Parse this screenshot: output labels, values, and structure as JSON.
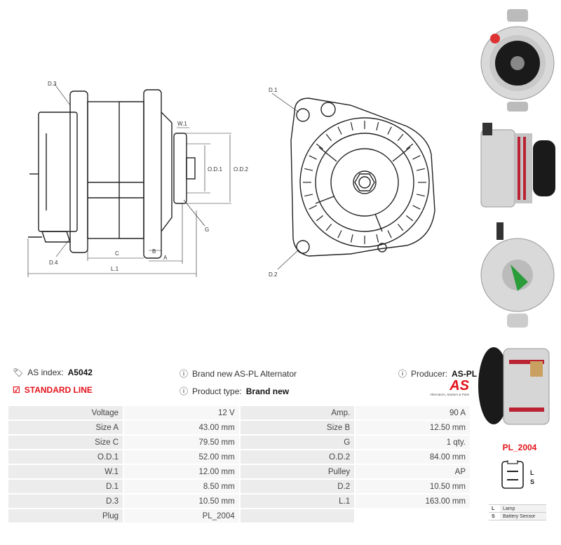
{
  "drawing": {
    "labels": {
      "d3": "D.3",
      "d4": "D.4",
      "w1": "W.1",
      "od1": "O.D.1",
      "od2": "O.D.2",
      "g": "G",
      "c": "C",
      "b": "B",
      "a": "A",
      "l1": "L.1",
      "d1": "D.1",
      "d2": "D.2"
    }
  },
  "info": {
    "as_index_label": "AS index:",
    "as_index_value": "A5042",
    "description": "Brand new AS-PL Alternator",
    "producer_label": "Producer:",
    "producer_value": "AS-PL",
    "line": "STANDARD LINE",
    "product_type_label": "Product type:",
    "product_type_value": "Brand new",
    "logo_text": "AS",
    "logo_tagline": "Alternators, Starters & Parts"
  },
  "specs": [
    [
      "Voltage",
      "12 V",
      "Amp.",
      "90 A"
    ],
    [
      "Size A",
      "43.00 mm",
      "Size B",
      "12.50 mm"
    ],
    [
      "Size C",
      "79.50 mm",
      "G",
      "1 qty."
    ],
    [
      "O.D.1",
      "52.00 mm",
      "O.D.2",
      "84.00 mm"
    ],
    [
      "W.1",
      "12.00 mm",
      "Pulley",
      "AP"
    ],
    [
      "D.1",
      "8.50 mm",
      "D.2",
      "10.50 mm"
    ],
    [
      "D.3",
      "10.50 mm",
      "L.1",
      "163.00 mm"
    ],
    [
      "Plug",
      "PL_2004",
      "",
      ""
    ]
  ],
  "plug": {
    "name": "PL_2004",
    "pin_l": "L",
    "pin_s": "S",
    "legend": [
      {
        "key": "L",
        "value": "Lamp"
      },
      {
        "key": "S",
        "value": "Battery Sensor"
      }
    ]
  },
  "colors": {
    "accent_red": "#e3131b",
    "label_cell": "#ececec",
    "value_cell": "#f7f7f7"
  }
}
